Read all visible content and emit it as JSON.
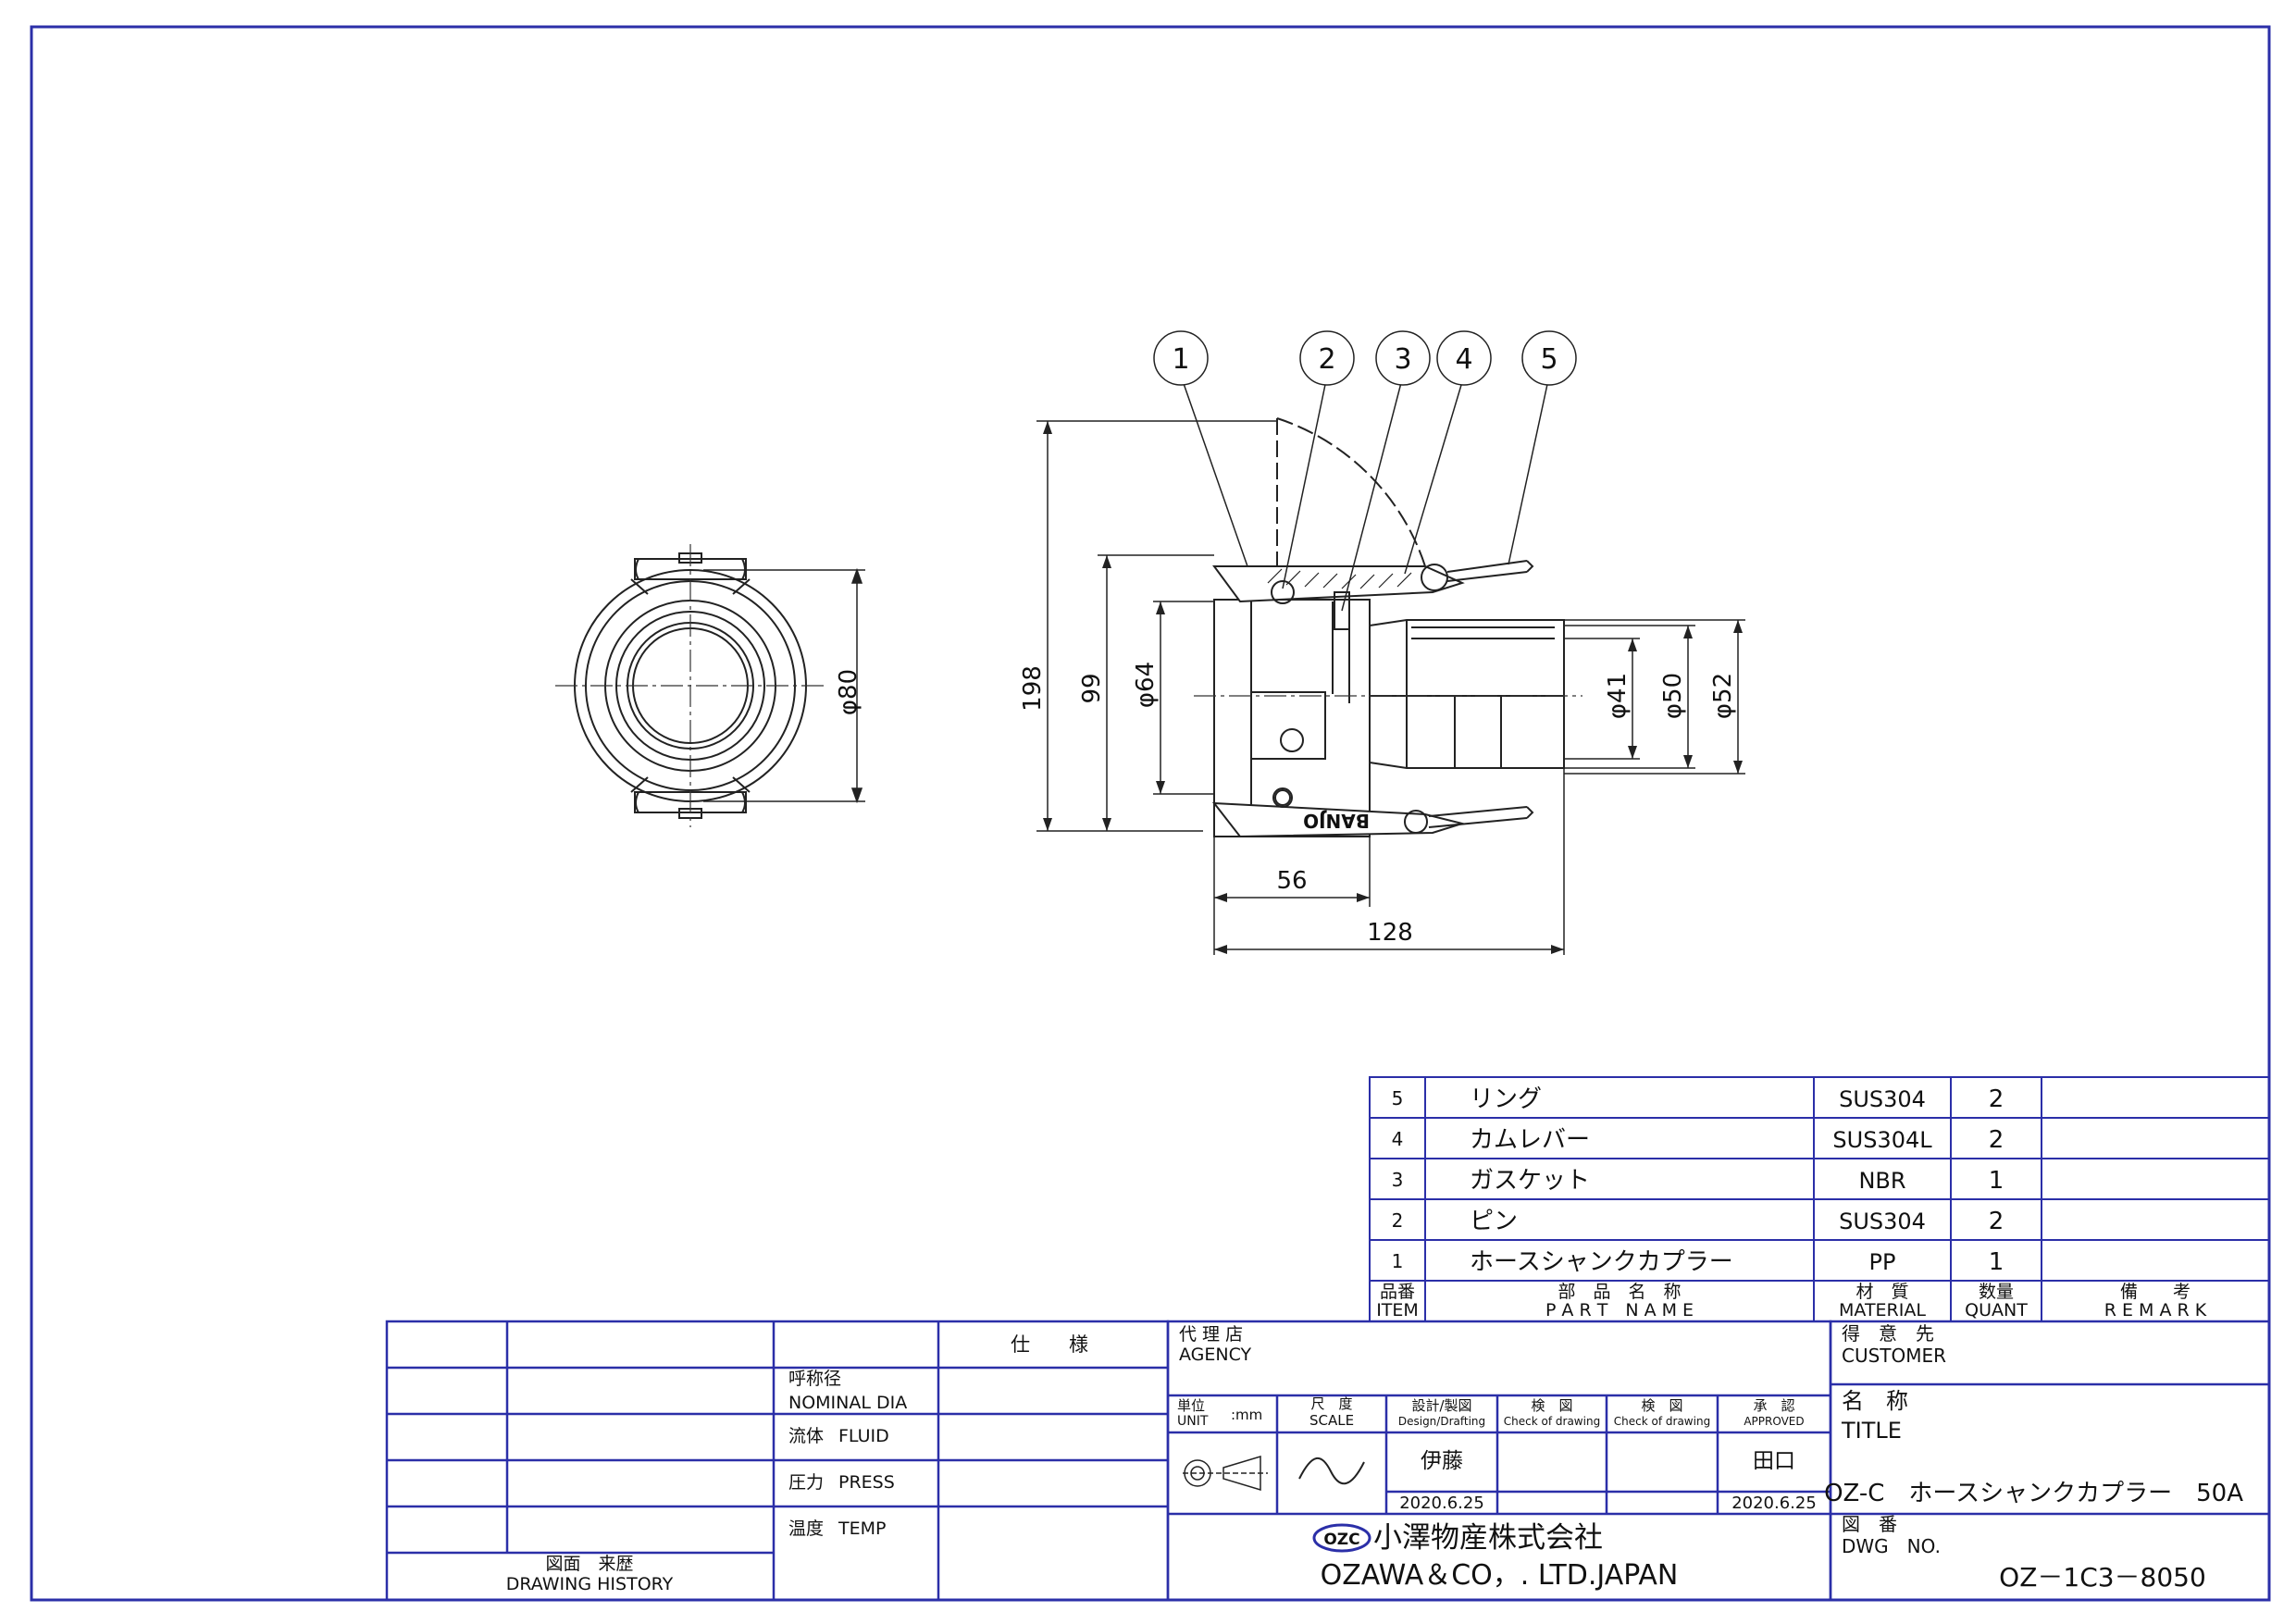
{
  "balloons": [
    "1",
    "2",
    "3",
    "4",
    "5"
  ],
  "dimensions": {
    "side_dia": "φ80",
    "overall_height": "198",
    "height_99": "99",
    "dia_64": "φ64",
    "dia_41": "φ41",
    "dia_50": "φ50",
    "dia_52": "φ52",
    "len_56": "56",
    "len_128": "128"
  },
  "body_marking": "BANJO",
  "parts_list": {
    "rows": [
      {
        "item": "5",
        "name": "リング",
        "material": "SUS304",
        "quant": "2",
        "remark": ""
      },
      {
        "item": "4",
        "name": "カムレバー",
        "material": "SUS304L",
        "quant": "2",
        "remark": ""
      },
      {
        "item": "3",
        "name": "ガスケット",
        "material": "NBR",
        "quant": "1",
        "remark": ""
      },
      {
        "item": "2",
        "name": "ピン",
        "material": "SUS304",
        "quant": "2",
        "remark": ""
      },
      {
        "item": "1",
        "name": "ホースシャンクカプラー",
        "material": "PP",
        "quant": "1",
        "remark": ""
      }
    ],
    "header": {
      "item_jp": "品番",
      "item_en": "ITEM",
      "name_jp": "部　品　名　称",
      "name_en": "P A R T　N A M E",
      "material_jp": "材　質",
      "material_en": "MATERIAL",
      "quant_jp": "数量",
      "quant_en": "QUANT",
      "remark_jp": "備　　考",
      "remark_en": "R E M A R K"
    }
  },
  "spec_table": {
    "header": "仕　　様",
    "rows": [
      {
        "jp": "呼称径",
        "en": "NOMINAL DIA"
      },
      {
        "jp": "流体",
        "en": "FLUID"
      },
      {
        "jp": "圧力",
        "en": "PRESS"
      },
      {
        "jp": "温度",
        "en": "TEMP"
      }
    ],
    "history_jp": "図面　来歴",
    "history_en": "DRAWING HISTORY"
  },
  "title_block": {
    "agency_jp": "代 理 店",
    "agency_en": "AGENCY",
    "unit_jp": "単位",
    "unit_en": "UNIT",
    "unit_value": ":mm",
    "scale_jp": "尺　度",
    "scale_en": "SCALE",
    "design_jp": "設計/製図",
    "design_en": "Design/Drafting",
    "check1_jp": "検　図",
    "check1_en": "Check of drawing",
    "check2_jp": "検　図",
    "check2_en": "Check of drawing",
    "approved_jp": "承　認",
    "approved_en": "APPROVED",
    "designer": "伊藤",
    "approver": "田口",
    "design_date": "2020.6.25",
    "approve_date": "2020.6.25",
    "company_logo": "OZC",
    "company_jp": "小澤物産株式会社",
    "company_en": "OZAWA＆CO，. LTD.JAPAN",
    "customer_jp": "得　意　先",
    "customer_en": "CUSTOMER",
    "title_jp": "名　称",
    "title_en": "TITLE",
    "title_value": "OZ-C　ホースシャンクカプラー　50A",
    "dwg_jp": "図　番",
    "dwg_en": "DWG　NO.",
    "dwg_value": "OZ－1C3－8050"
  }
}
